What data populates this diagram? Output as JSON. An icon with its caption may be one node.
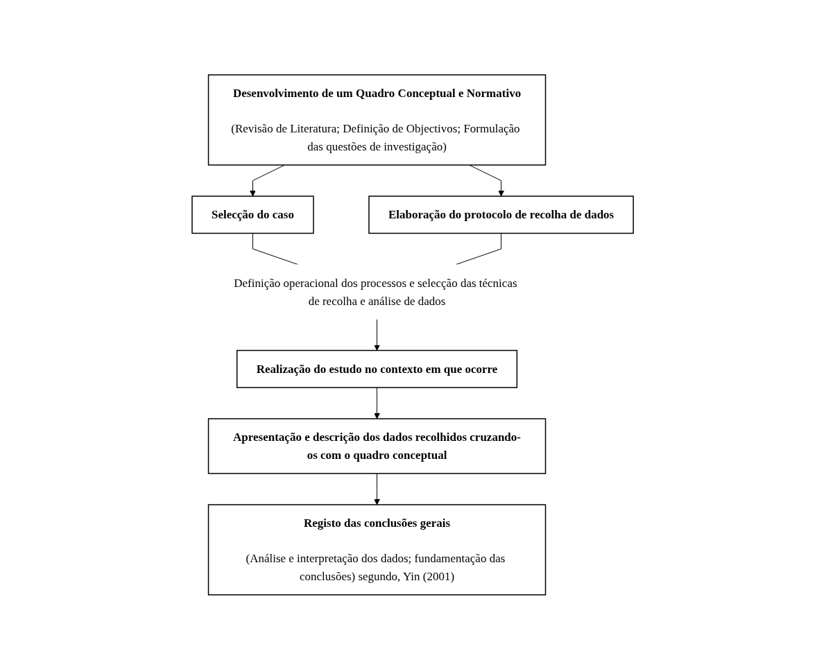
{
  "diagram": {
    "nodes": [
      {
        "text": [
          "Desenvolvimento de um Quadro Conceptual e Normativo",
          "(Revisão de Literatura; Definição de Objectivos; Formulação das questões de investigação)"
        ]
      },
      {
        "text": [
          "Selecção do caso"
        ]
      },
      {
        "text": [
          "Elaboração do protocolo de recolha de dados"
        ]
      },
      {
        "text": [
          "Definição operacional dos processos e selecção das técnicas de recolha e análise de dados"
        ]
      },
      {
        "text": [
          "Realização do estudo no contexto em que ocorre"
        ]
      },
      {
        "text": [
          "Apresentação e descrição dos dados recolhidos cruzando-os com o quadro conceptual"
        ]
      },
      {
        "text": [
          "Registo das conclusões gerais",
          "(Análise e interpretação dos dados; fundamentação das conclusões) segundo, Yin (2001)"
        ]
      }
    ],
    "edges": [
      {
        "from": 0,
        "to": 1,
        "arrow": "to"
      },
      {
        "from": 0,
        "to": 2,
        "arrow": "to"
      },
      {
        "from": 1,
        "to": 3,
        "arrow": "none"
      },
      {
        "from": 2,
        "to": 3,
        "arrow": "none"
      },
      {
        "from": 3,
        "to": 4,
        "arrow": "to"
      },
      {
        "from": 4,
        "to": 5,
        "arrow": "to"
      },
      {
        "from": 5,
        "to": 6,
        "arrow": "to"
      }
    ]
  }
}
